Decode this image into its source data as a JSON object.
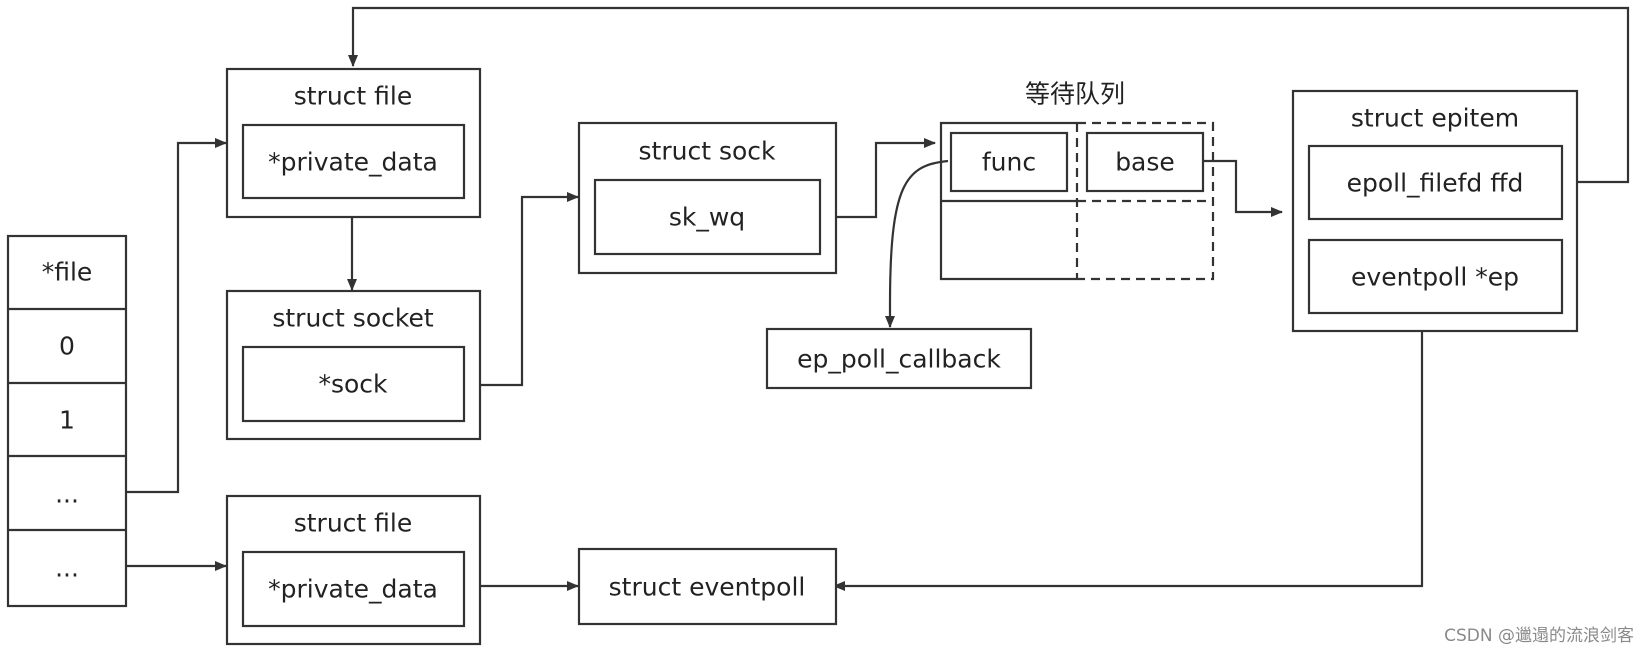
{
  "fd_table": {
    "cells": [
      "*file",
      "0",
      "1",
      "...",
      "..."
    ]
  },
  "file1": {
    "title": "struct file",
    "field": "*private_data"
  },
  "socket": {
    "title": "struct socket",
    "field": "*sock"
  },
  "file2": {
    "title": "struct file",
    "field": "*private_data"
  },
  "sock": {
    "title": "struct sock",
    "field": "sk_wq"
  },
  "eventpoll": {
    "label": "struct eventpoll"
  },
  "wait_queue": {
    "title": "等待队列",
    "func": "func",
    "base": "base"
  },
  "callback": {
    "label": "ep_poll_callback"
  },
  "epitem": {
    "title": "struct epitem",
    "field1": "epoll_filefd ffd",
    "field2": "eventpoll *ep"
  },
  "watermark": "CSDN @邋遢的流浪剑客"
}
